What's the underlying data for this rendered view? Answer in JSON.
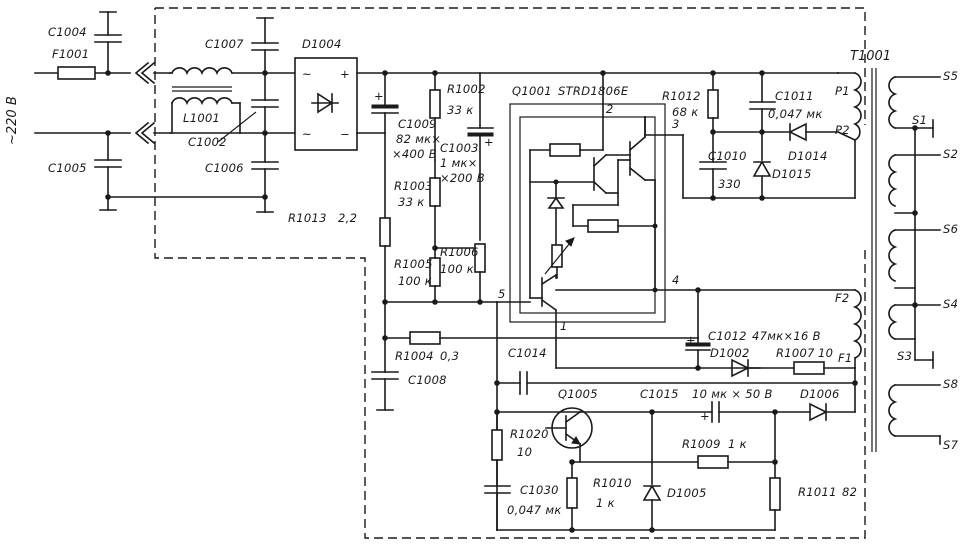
{
  "mains": "~220 В",
  "labels": {
    "C1004": "C1004",
    "F1001": "F1001",
    "C1005": "C1005",
    "C1007": "C1007",
    "L1001": "L1001",
    "C1002": "C1002",
    "C1006": "C1006",
    "D1004": "D1004",
    "R1013": "R1013",
    "R1013_val": "2,2",
    "C1009": "C1009",
    "C1009_val1": "82 мк×",
    "C1009_val2": "×400 В",
    "R1002": "R1002",
    "R1002_val": "33 к",
    "C1003": "C1003",
    "C1003_val1": "1 мк×",
    "C1003_val2": "×200 В",
    "R1003": "R1003",
    "R1003_val": "33 к",
    "R1005": "R1005",
    "R1005_val": "100 к",
    "R1006": "R1006",
    "R1006_val": "100 к",
    "Q1001": "Q1001",
    "Q1001_type": "STRD1806E",
    "R1012": "R1012",
    "R1012_val": "68 к",
    "C1011": "C1011",
    "C1011_val": "0,047 мк",
    "D1014": "D1014",
    "C1010": "C1010",
    "C1010_val": "330",
    "D1015": "D1015",
    "T1001": "T1001",
    "P1": "P1",
    "P2": "P2",
    "F2": "F2",
    "F1": "F1",
    "S1": "S1",
    "S2": "S2",
    "S3": "S3",
    "S4": "S4",
    "S5": "S5",
    "S6": "S6",
    "S7": "S7",
    "S8": "S8",
    "pin1": "1",
    "pin2": "2",
    "pin3": "3",
    "pin4": "4",
    "pin5": "5",
    "C1012": "C1012",
    "C1012_val": "47мк×16 В",
    "R1004": "R1004",
    "R1004_val": "0,3",
    "C1008": "C1008",
    "D1002": "D1002",
    "R1007": "R1007",
    "R1007_val": "10",
    "C1014": "C1014",
    "Q1005": "Q1005",
    "C1015": "C1015",
    "C1015_val": "10 мк × 50 В",
    "D1006": "D1006",
    "R1020": "R1020",
    "R1020_val": "10",
    "R1009": "R1009",
    "R1009_val": "1 к",
    "C1030": "C1030",
    "C1030_val": "0,047 мк",
    "R1010": "R1010",
    "R1010_val": "1 к",
    "D1005": "D1005",
    "R1011": "R1011",
    "R1011_val": "82"
  }
}
